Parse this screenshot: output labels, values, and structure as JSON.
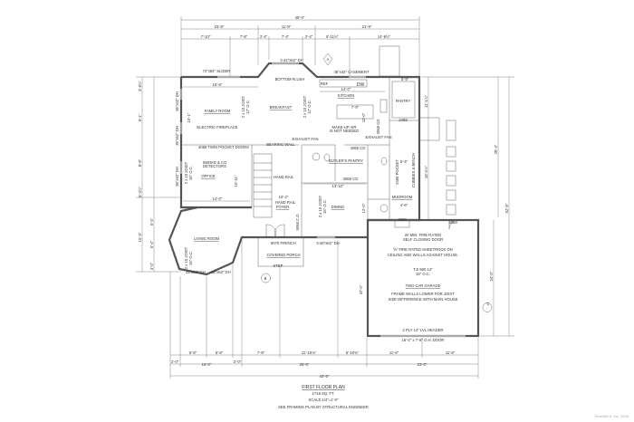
{
  "plan": {
    "title": "FIRST FLOOR PLAN",
    "area": "1719 SQ. FT.",
    "scale": "SCALE:1/4\"=1'-0\"",
    "note": "SEE FRAMING PLAN BY STRUCTURAL ENGINEER",
    "watermark": "SmartMLS, Inc. 2025"
  },
  "dimensions": {
    "top": [
      "49'-0\"",
      "15'-8\"",
      "11'-8\"",
      "21'-8\"",
      "7'-10\"",
      "7'-8\"",
      "2'-4\"",
      "7'-4\"",
      "2'-4\"",
      "6'-11½\"",
      "14'-6½\""
    ],
    "bottom_row1": [
      "5'-8\"",
      "5'-6\"",
      "7'-8\"",
      "11'-10¾\"",
      "5'-10¾\"",
      "11'-6\"",
      "11'-6\""
    ],
    "bottom_row2": [
      "2'-0\"",
      "15'-0\"",
      "2'-0\"",
      "25'-5\"",
      "23'-0\""
    ],
    "bottom_total": "43'-5\"",
    "left": [
      "3'-5½\"",
      "9'-1\"",
      "8'-9\"",
      "6'-4½\"",
      "15'-3\"",
      "5'-4\"",
      "5'-4\"",
      "3'-0\""
    ],
    "right": [
      "29'-4\"",
      "52'-8\"",
      "11'-1½\"",
      "18'-1½\"",
      "24'-0\""
    ],
    "interior": [
      "15'-5\"",
      "14'-0\"",
      "7'-0\"",
      "5'-9\"",
      "13'-10\"",
      "14'-0\"",
      "10'-2\"",
      "4'-6\"",
      "5'-4\"",
      "10'-11\"",
      "15'-1\"",
      "12'-0\"",
      "11'-0\"",
      "32'-0\""
    ]
  },
  "rooms": {
    "family_room": "FAMILY ROOM",
    "breakfast": "BREAKFAST",
    "kitchen": "KITCHEN",
    "pantry": "PANTRY",
    "office": "OFFICE",
    "butlers_pantry": "BUTLER'S PANTRY",
    "mudroom": "MUDROOM",
    "foyer": "FOYER",
    "dining": "DINING",
    "living_room": "LIVING ROOM",
    "covered_porch": "COVERED PORCH",
    "garage": "TWO CAR GARAGE"
  },
  "notes": {
    "slider": "72\"x84\" SLIDER",
    "bay_windows": "2-32\"x62\" DH",
    "bottom_flush": "BOTTOM FLUSH",
    "casement": "48\"x42\" CASEMENT",
    "ref": "REF",
    "dw": "DW",
    "fireplace": "ELECTRIC FIREPLACE",
    "joist": "2 x 10 JOIST",
    "joist_12": "12\" O.C.",
    "joist_16": "16\" O.C.",
    "makeup_air_1": "MAKE-UP AIR",
    "makeup_air_2": "IS NOT NEEDED",
    "exhaust_fan": "EXHAUST FAN",
    "pocket_doors": "4068 TWIN POCKET DOORS",
    "bearing_wall": "BEARING WALL",
    "door_4068_co": "4068 CO",
    "door_3068_co": "3068 CO",
    "door_5068_co": "5068 C.O.",
    "door_2468": "2468",
    "door_2868": "2868",
    "pocket_2468": "2468 POCKET",
    "cubbies": "CUBBIES & BENCH",
    "smoke_1": "SMOKE & CO",
    "smoke_2": "DETECTORS",
    "hand_rail": "HAND RAIL",
    "french": "6070 FRENCH",
    "step": "STEP",
    "dining_windows": "2-36\"x62\" DH",
    "window_dh_1": "36\"x62\" DH",
    "window_dh_2": "32\"x62\" DH",
    "garage_1": "20 MIN. FIRE RATED",
    "garage_2": "SELF CLOSING DOOR",
    "garage_3": "⅝\" FIRE RATED SHEETROCK ON",
    "garage_4": "CEILING AND WALLS AGAINST HOUSE.",
    "tji": "TJI 560 14\"",
    "garage_5": "FRAME WALLS LOWER FOR JOIST",
    "garage_6": "SIZE DIFFERENCE WITH MAIN HOUSE",
    "header": "2 PLY 14\" LVL HEADER",
    "oh_door": "16'-0\" x 7'-8\" O.H. DOOR",
    "section_a": "A",
    "section_b": "B",
    "section_c": "C"
  }
}
